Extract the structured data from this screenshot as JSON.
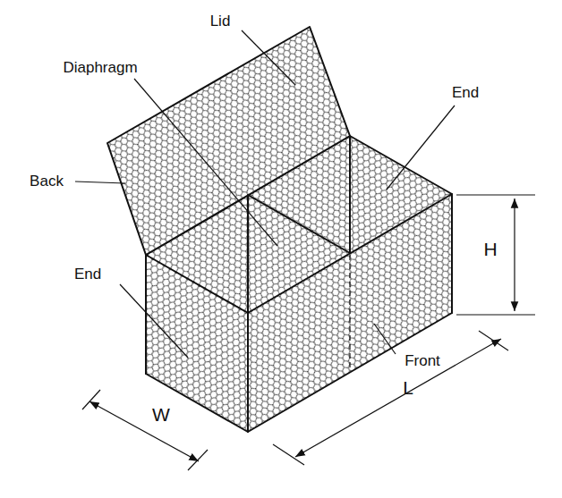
{
  "diagram": {
    "labels": [
      "Lid",
      "Diaphragm",
      "End",
      "Back",
      "End",
      "Front",
      "H",
      "L",
      "W"
    ]
  }
}
